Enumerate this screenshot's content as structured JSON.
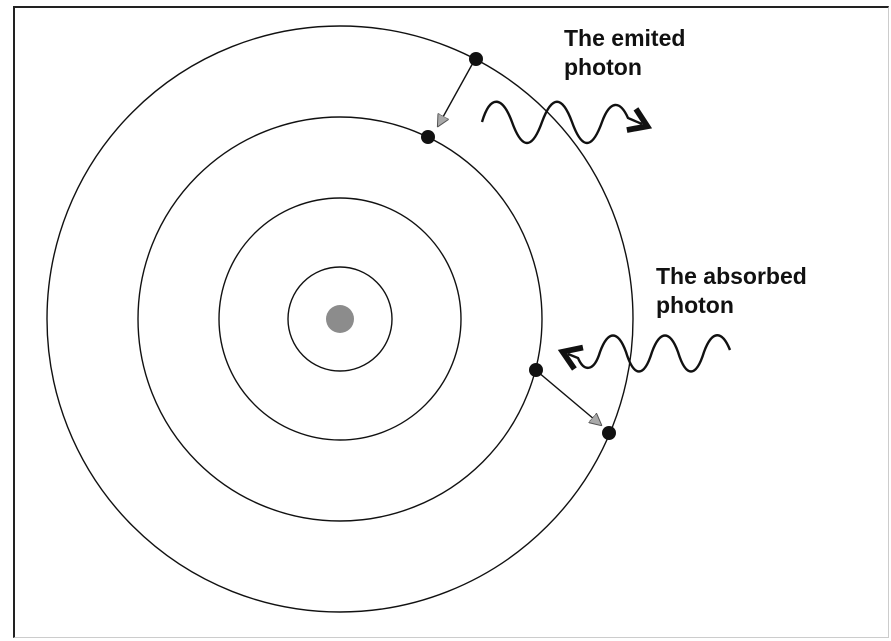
{
  "labels": {
    "emitted": [
      "The emited",
      "photon"
    ],
    "absorbed": [
      "The absorbed",
      "photon"
    ]
  },
  "colors": {
    "line": "#111111",
    "nucleus": "#8c8c8c",
    "electron": "#111111",
    "arrowhead": "#a9a9a9"
  }
}
